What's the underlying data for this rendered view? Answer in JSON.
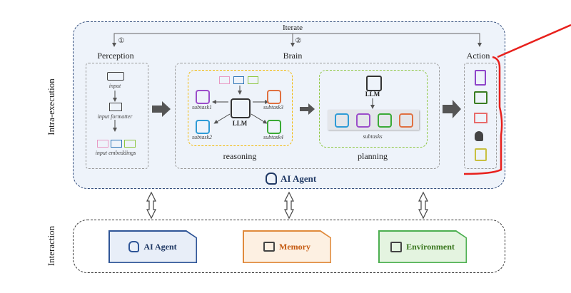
{
  "labels": {
    "iterate": "Iterate",
    "step1": "①",
    "step2": "②",
    "perception": "Perception",
    "brain": "Brain",
    "action": "Action",
    "input": "input",
    "input_formatter": "input formatter",
    "input_embeddings": "input embeddings",
    "subtask1": "subtask1",
    "subtask2": "subtask2",
    "subtask3": "subtask3",
    "subtask4": "subtask4",
    "llm": "LLM",
    "reasoning": "reasoning",
    "subtasks": "subtasks",
    "planning": "planning",
    "ai_agent": "AI Agent",
    "intra_execution": "Intra-execution",
    "interaction": "Interaction"
  },
  "interaction_cards": [
    {
      "label": "AI Agent",
      "icon": "brain-head-icon",
      "color": "#2f5597",
      "fill": "#e8eef8"
    },
    {
      "label": "Memory",
      "icon": "memory-chip-icon",
      "color": "#c55a11",
      "fill": "#fdf0e2"
    },
    {
      "label": "Environment",
      "icon": "box-icon",
      "color": "#38761d",
      "fill": "#e4f4e0"
    }
  ],
  "colors": {
    "outer_border": "#2f4a7a",
    "outer_fill": "#eef3fa",
    "reasoning_border": "#f2b800",
    "planning_border": "#8dc63f",
    "annotation": "#e8201c"
  }
}
